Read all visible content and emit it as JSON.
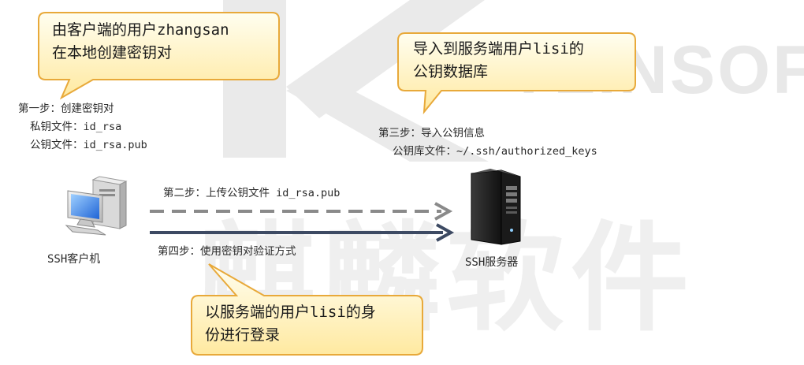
{
  "watermark": {
    "letter": "K",
    "latin": "YLINSOFT",
    "chinese": "麒麟软件",
    "color": "#e6e6e6"
  },
  "callouts": {
    "top_left": {
      "line1": "由客户端的用户zhangsan",
      "line2": "在本地创建密钥对"
    },
    "top_right": {
      "line1": "导入到服务端用户lisi的",
      "line2": "公钥数据库"
    },
    "bottom": {
      "line1": "以服务端的用户lisi的身",
      "line2": "份进行登录"
    },
    "fill_light": "#fffde0",
    "fill_dark": "#ffe680",
    "border": "#e8a93a"
  },
  "step1": {
    "title": "第一步：创建密钥对",
    "private_key": "私钥文件：id_rsa",
    "public_key": "公钥文件：id_rsa.pub"
  },
  "step2": {
    "label": "第二步：上传公钥文件 id_rsa.pub",
    "color": "#8a8a8a"
  },
  "step3": {
    "title": "第三步：导入公钥信息",
    "keys_file": "公钥库文件：~/.ssh/authorized_keys"
  },
  "step4": {
    "label": "第四步：使用密钥对验证方式",
    "color": "#3d4a63"
  },
  "client": {
    "label": "SSH客户机",
    "icon": "desktop-computer-icon"
  },
  "server": {
    "label": "SSH服务器",
    "icon": "tower-server-icon"
  }
}
